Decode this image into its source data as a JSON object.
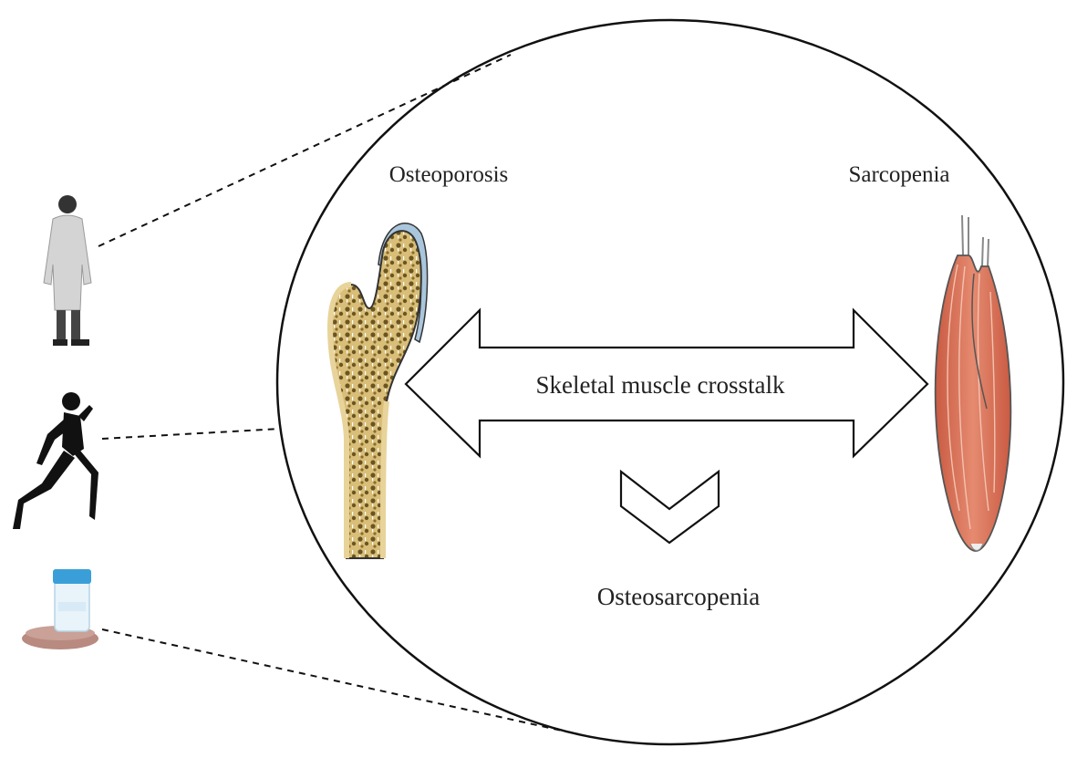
{
  "labels": {
    "left_condition": "Osteoporosis",
    "right_condition": "Sarcopenia",
    "crosstalk": "Skeletal muscle crosstalk",
    "result": "Osteosarcopenia"
  },
  "icons": {
    "doctor": "doctor-figure-icon",
    "runner": "running-person-icon",
    "supplement": "supplement-bottle-icon",
    "bone": "femur-bone-icon",
    "muscle": "skeletal-muscle-icon"
  },
  "colors": {
    "outline": "#111111",
    "bone_fill": "#e8d39a",
    "bone_pores": "#6b5420",
    "cartilage": "#a9c6dc",
    "muscle": "#d9735a",
    "muscle_highlight": "#f3c2b0",
    "bottle_cap": "#3a9fd8",
    "figure_gray": "#cfcfcf",
    "figure_dark": "#111111"
  }
}
